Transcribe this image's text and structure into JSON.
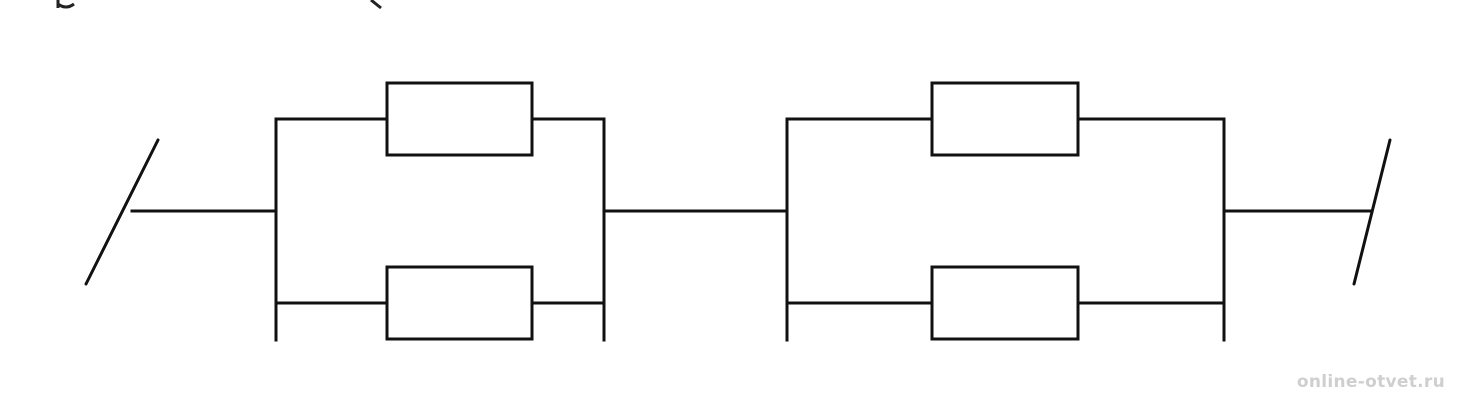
{
  "diagram": {
    "type": "circuit",
    "description_visible": false,
    "blocks": [
      {
        "id": "block-1",
        "resistors": [
          "resistor-1-top",
          "resistor-1-bottom"
        ]
      },
      {
        "id": "block-2",
        "resistors": [
          "resistor-2-top",
          "resistor-2-bottom"
        ]
      }
    ],
    "terminals": [
      "terminal-left",
      "terminal-right"
    ]
  },
  "colors": {
    "line": "#111111",
    "background": "#ffffff",
    "watermark": "#cfcfcf"
  },
  "watermark": {
    "text": "online-otvet.ru"
  }
}
